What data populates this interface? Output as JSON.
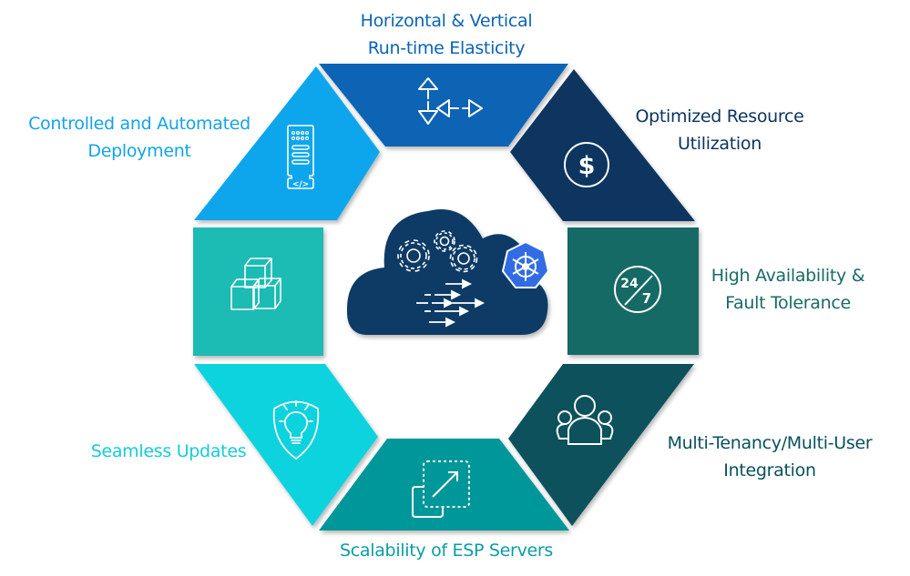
{
  "diagram": {
    "center": {
      "name": "Cloud with Kubernetes",
      "icons": [
        "gears-icon",
        "data-flow-arrows-icon",
        "kubernetes-helm-icon"
      ]
    },
    "segments": [
      {
        "id": "top",
        "label_lines": [
          "Horizontal & Vertical",
          "Run-time Elasticity"
        ],
        "icon": "four-direction-arrows-icon",
        "color": "#0a64b4",
        "text_color": "#0a64b4"
      },
      {
        "id": "top-right",
        "label_lines": [
          "Optimized Resource",
          "Utilization"
        ],
        "icon": "dollar-circle-icon",
        "color": "#0c3461",
        "text_color": "#0c3461"
      },
      {
        "id": "right",
        "label_lines": [
          "High Availability &",
          "Fault Tolerance"
        ],
        "icon": "24-7-icon",
        "color": "#186b66",
        "text_color": "#186b66"
      },
      {
        "id": "bottom-right",
        "label_lines": [
          "Multi-Tenancy/Multi-User",
          "Integration"
        ],
        "icon": "users-group-icon",
        "color": "#08515c",
        "text_color": "#08515c"
      },
      {
        "id": "bottom",
        "label_lines": [
          "Scalability of ESP Servers"
        ],
        "icon": "resize-expand-icon",
        "color": "#06979a",
        "text_color": "#0a9da6"
      },
      {
        "id": "bottom-left",
        "label_lines": [
          "Seamless Updates"
        ],
        "icon": "lightbulb-shield-icon",
        "color": "#0bd3de",
        "text_color": "#16cbd8"
      },
      {
        "id": "left",
        "label_lines": [],
        "icon": "stacked-cubes-icon",
        "color": "#1cbbb4",
        "text_color": "#1cbbb4"
      },
      {
        "id": "top-left",
        "label_lines": [
          "Controlled and Automated",
          "Deployment"
        ],
        "icon": "server-code-icon",
        "color": "#0aa6ec",
        "text_color": "#14a3e8"
      }
    ]
  }
}
